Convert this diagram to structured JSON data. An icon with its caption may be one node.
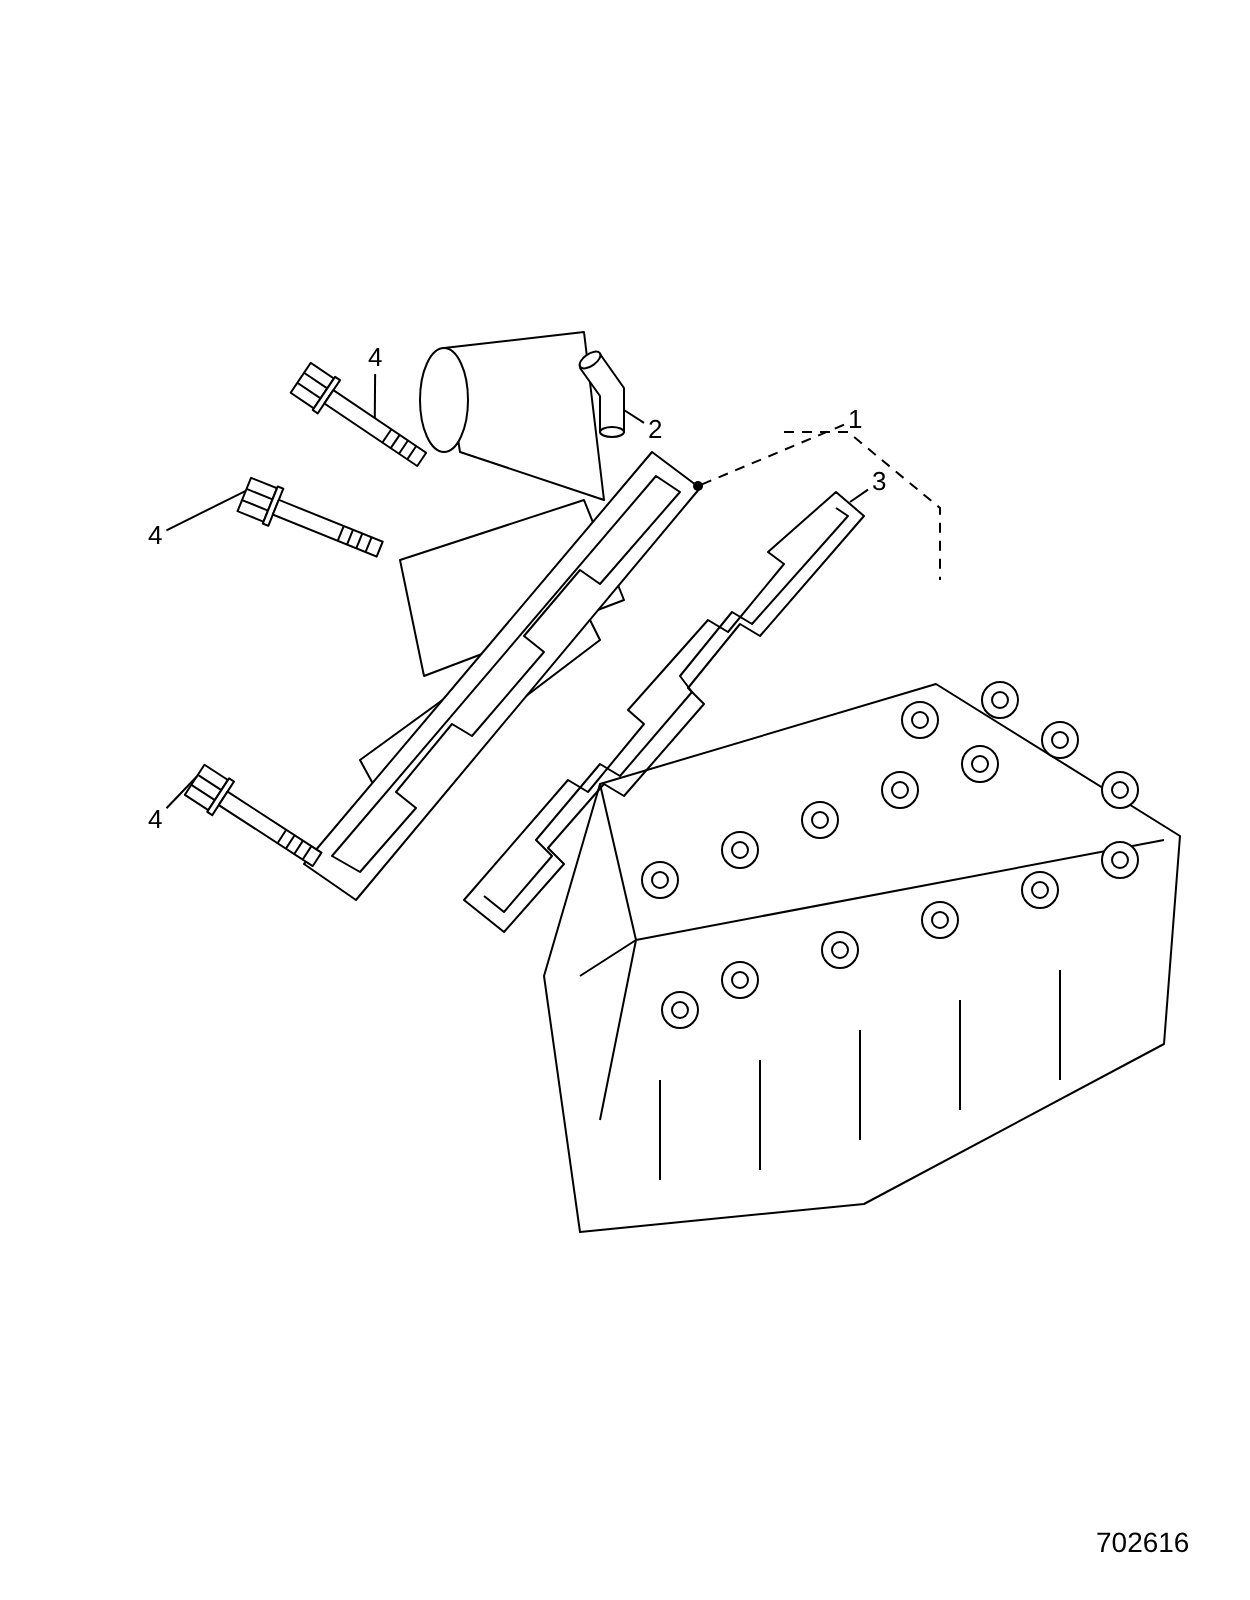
{
  "diagram": {
    "nodes": [
      {
        "text": [
          "4"
        ]
      },
      {
        "text": [],
        "shape": "picture"
      },
      {
        "text": [
          "1"
        ]
      },
      {
        "text": [],
        "shape": "picture"
      },
      {
        "text": [
          "2"
        ]
      },
      {
        "text": [],
        "shape": "picture"
      },
      {
        "text": [
          "3"
        ]
      },
      {
        "text": [],
        "shape": "picture"
      },
      {
        "text": [
          "4"
        ]
      },
      {
        "text": [],
        "shape": "picture"
      },
      {
        "text": [
          "4"
        ]
      },
      {
        "text": [],
        "shape": "picture"
      }
    ],
    "edges": [
      {
        "from": 0,
        "to": 1,
        "arrow": "none"
      },
      {
        "from": 2,
        "to": 3,
        "arrow": "none",
        "style": "dashed"
      },
      {
        "from": 4,
        "to": 5,
        "arrow": "none"
      },
      {
        "from": 6,
        "to": 7,
        "arrow": "none"
      },
      {
        "from": 8,
        "to": 9,
        "arrow": "none"
      },
      {
        "from": 10,
        "to": 11,
        "arrow": "none"
      }
    ],
    "labels": [
      "702616"
    ]
  }
}
